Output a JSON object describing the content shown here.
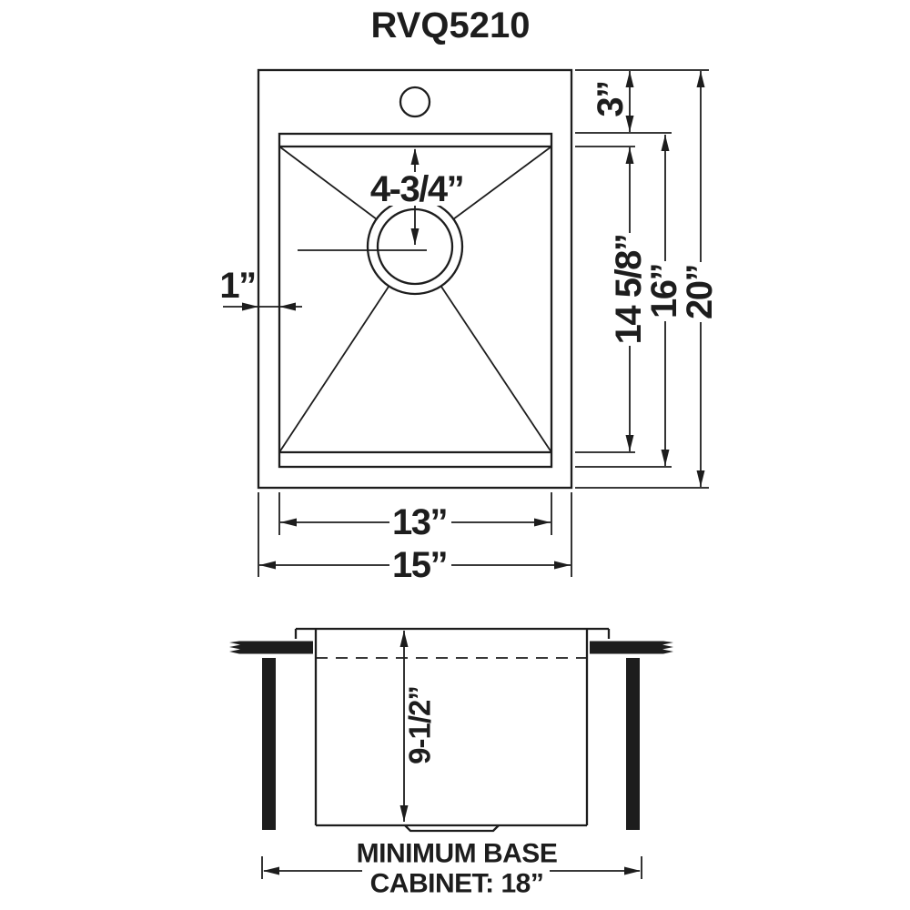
{
  "title": "RVQ5210",
  "colors": {
    "line": "#1d1d1d",
    "background": "#ffffff"
  },
  "top_view": {
    "drain_offset": "4-3/4”",
    "left_inset": "1”",
    "top_inset": "3”",
    "bowl_inner_length": "14 5/8”",
    "bowl_length": "16”",
    "overall_length": "20”",
    "bowl_width": "13”",
    "overall_width": "15”"
  },
  "side_view": {
    "depth": "9-1/2”",
    "note_line1": "MINIMUM BASE",
    "note_line2": "CABINET: 18”"
  }
}
